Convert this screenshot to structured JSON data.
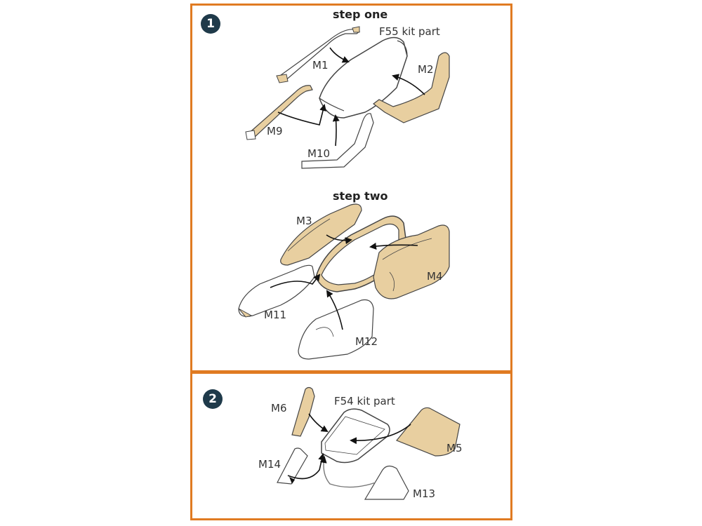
{
  "steps": [
    {
      "number": "1",
      "headings": [
        "step one",
        "step two"
      ]
    },
    {
      "number": "2"
    }
  ],
  "labels": {
    "f55": "F55 kit part",
    "f54": "F54 kit part",
    "m1": "M1",
    "m2": "M2",
    "m3": "M3",
    "m4": "M4",
    "m5": "M5",
    "m6": "M6",
    "m9": "M9",
    "m10": "M10",
    "m11": "M11",
    "m12": "M12",
    "m13": "M13",
    "m14": "M14"
  },
  "colors": {
    "frame": "#e07b22",
    "badge": "#1f3a4a",
    "mask": "#e8cfa0",
    "outline": "#444444",
    "arrow": "#111111"
  }
}
